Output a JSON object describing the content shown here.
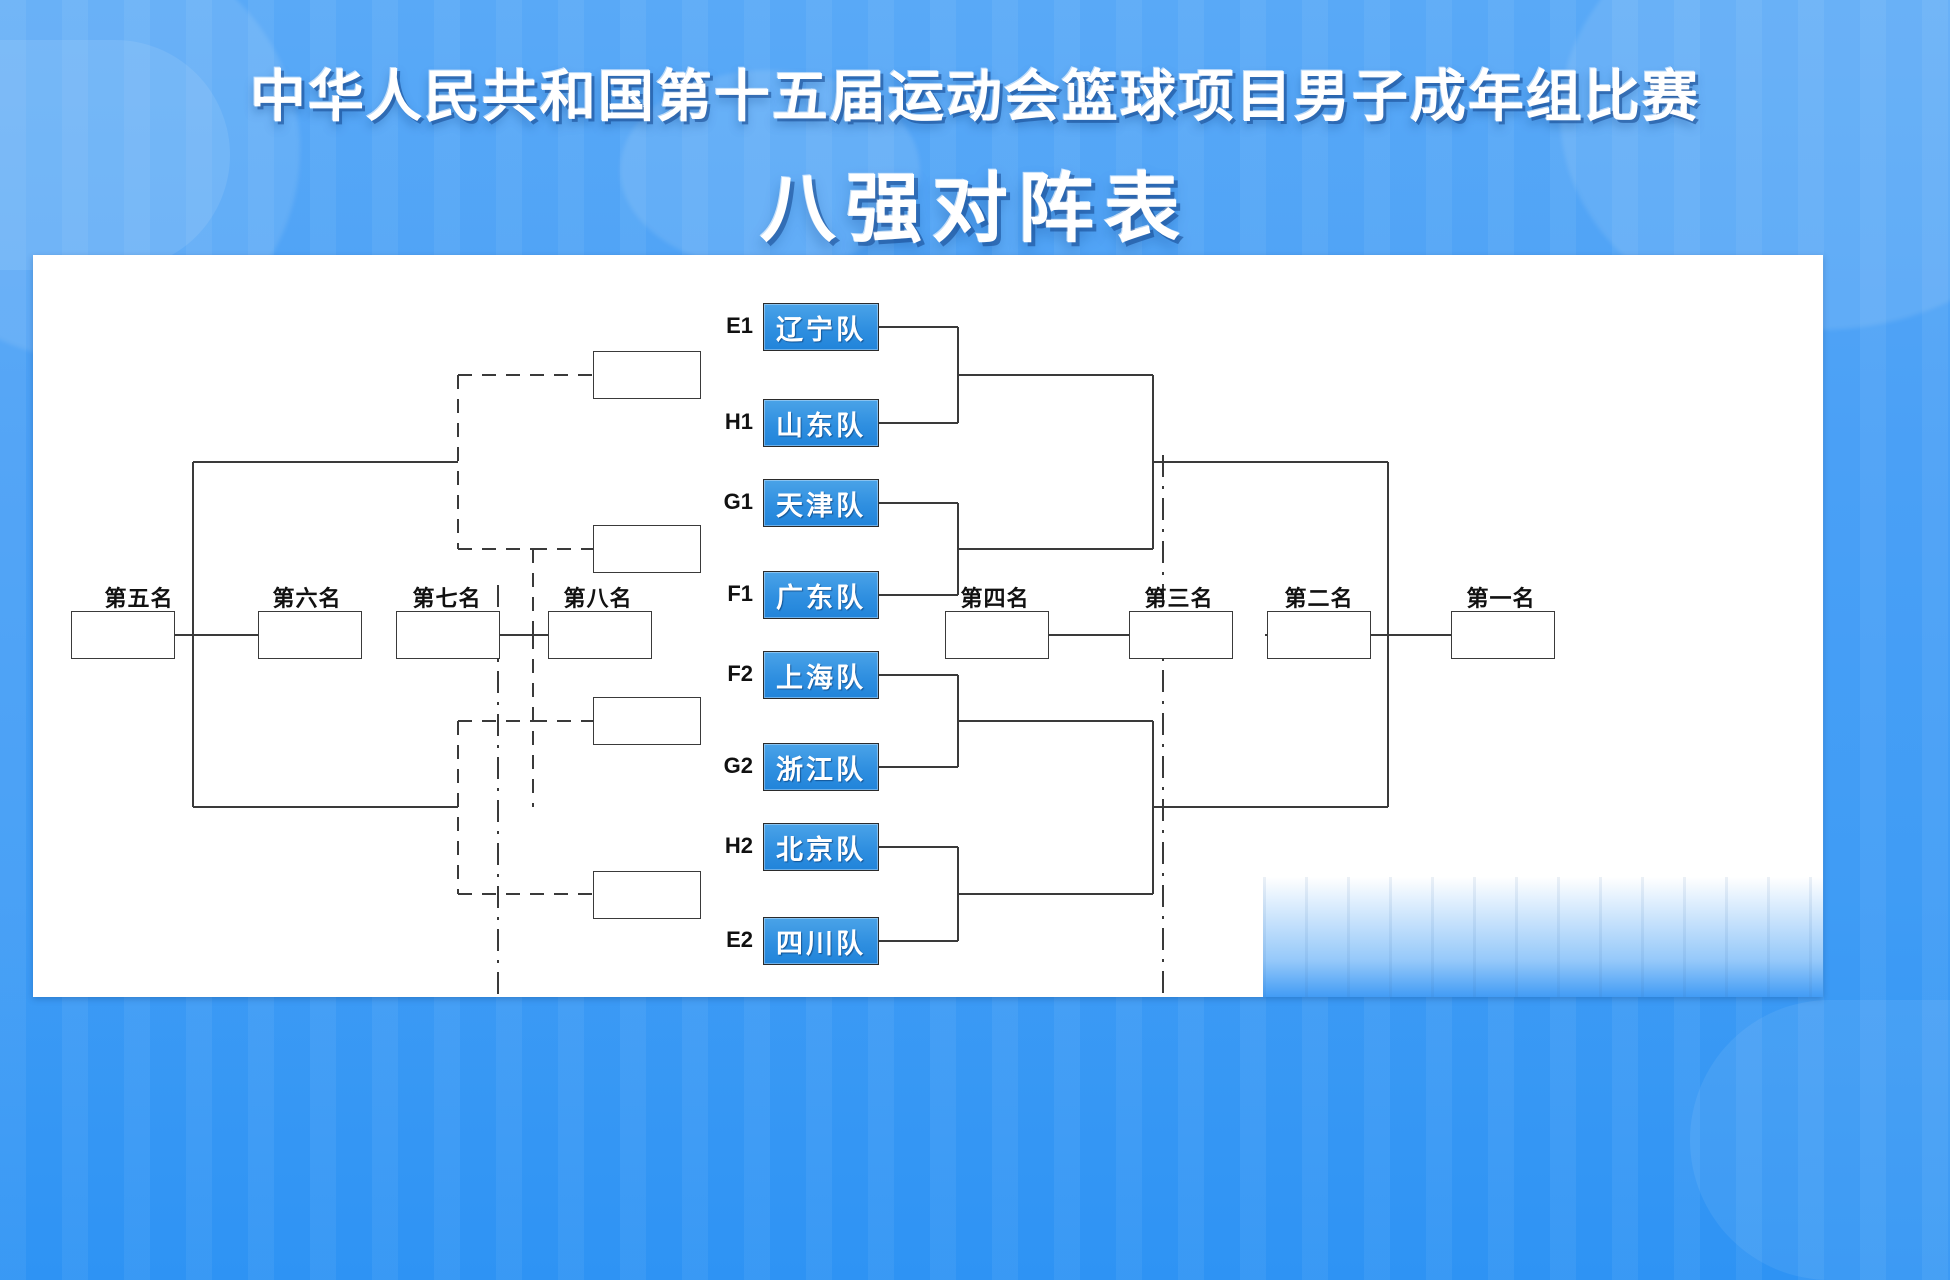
{
  "header": {
    "title": "中华人民共和国第十五届运动会篮球项目男子成年组比赛",
    "subtitle": "八强对阵表"
  },
  "colors": {
    "background_blue": "#3f9cf5",
    "team_box_blue": "#2f8fe0",
    "board_white": "#ffffff",
    "line_dark": "#3a3a3a",
    "text_dark": "#111111"
  },
  "bracket": {
    "teams": [
      {
        "seed": "E1",
        "name": "辽宁队"
      },
      {
        "seed": "H1",
        "name": "山东队"
      },
      {
        "seed": "G1",
        "name": "天津队"
      },
      {
        "seed": "F1",
        "name": "广东队"
      },
      {
        "seed": "F2",
        "name": "上海队"
      },
      {
        "seed": "G2",
        "name": "浙江队"
      },
      {
        "seed": "H2",
        "name": "北京队"
      },
      {
        "seed": "E2",
        "name": "四川队"
      }
    ],
    "placement_labels_left": [
      "第五名",
      "第六名",
      "第七名",
      "第八名"
    ],
    "placement_labels_right": [
      "第四名",
      "第三名",
      "第二名",
      "第一名"
    ],
    "empty_slots": {
      "loser_round_count": 4,
      "winner_round_count": 4,
      "placement_slot_count": 8,
      "value": ""
    }
  }
}
